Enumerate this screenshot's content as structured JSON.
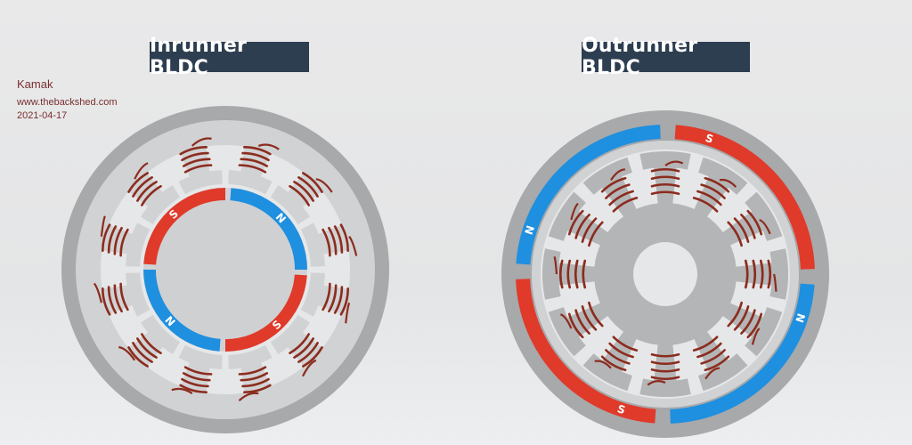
{
  "titles": {
    "inrunner": "Inrunner BLDC",
    "outrunner": "Outrunner BLDC"
  },
  "meta": {
    "author": "Kamak",
    "site": "www.thebackshed.com",
    "date": "2021-04-17"
  },
  "inrunner": {
    "slots": 12,
    "poles": [
      {
        "label": "S",
        "color": "#e03a2a"
      },
      {
        "label": "N",
        "color": "#1f8fdf"
      },
      {
        "label": "S",
        "color": "#e03a2a"
      },
      {
        "label": "N",
        "color": "#1f8fdf"
      }
    ]
  },
  "outrunner": {
    "slots": 12,
    "poles": [
      {
        "label": "S",
        "color": "#e03a2a"
      },
      {
        "label": "N",
        "color": "#1f8fdf"
      },
      {
        "label": "S",
        "color": "#e03a2a"
      },
      {
        "label": "N",
        "color": "#1f8fdf"
      }
    ]
  },
  "colors": {
    "outer_ring": "#a7a9ab",
    "stator_light": "#d1d2d4",
    "iron": "#b4b5b7",
    "copper": "#8b2c1e",
    "background": "#e6e7e8"
  }
}
